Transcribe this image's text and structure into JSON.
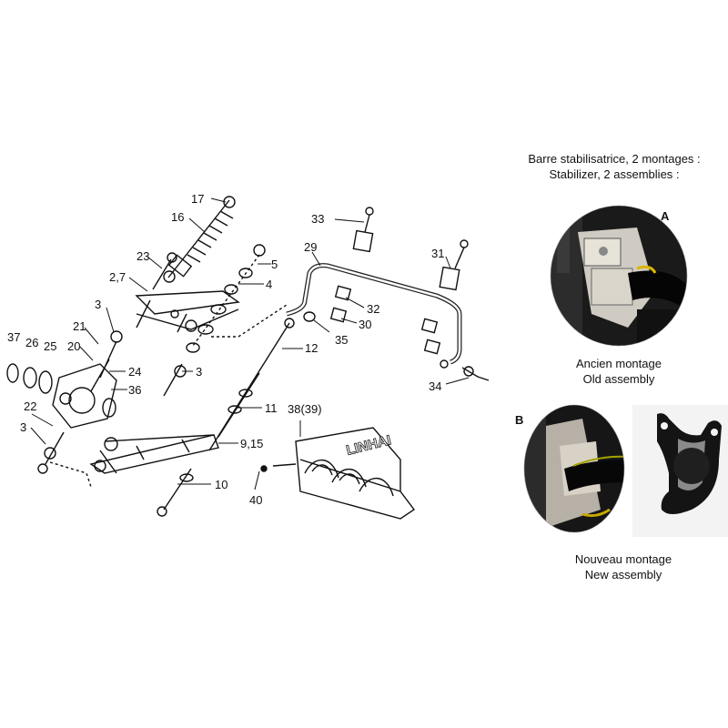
{
  "diagram": {
    "part_labels": [
      "17",
      "16",
      "23",
      "2,7",
      "5",
      "4",
      "3",
      "3",
      "37",
      "26",
      "25",
      "21",
      "20",
      "24",
      "36",
      "22",
      "3",
      "33",
      "29",
      "31",
      "32",
      "30",
      "35",
      "12",
      "34",
      "11",
      "9,15",
      "10",
      "38(39)",
      "40"
    ],
    "logo_text": "LINHAI"
  },
  "legend": {
    "title_fr": "Barre stabilisatrice, 2 montages :",
    "title_en": "Stabilizer, 2 assemblies :",
    "variant_a": {
      "letter": "A",
      "caption_fr": "Ancien montage",
      "caption_en": "Old assembly"
    },
    "variant_b": {
      "letter": "B",
      "caption_fr": "Nouveau montage",
      "caption_en": "New assembly"
    }
  }
}
